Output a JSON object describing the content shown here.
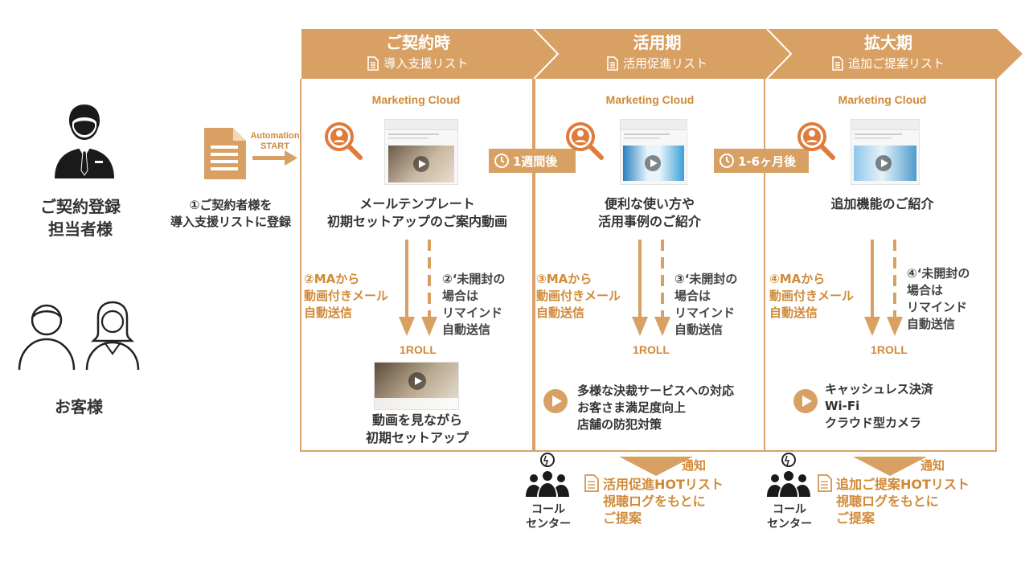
{
  "colors": {
    "accent": "#D08A38",
    "header": "#D8A063",
    "text": "#333333",
    "badge": "#D8A063"
  },
  "left": {
    "registrant": [
      "ご契約登録",
      "担当者様"
    ],
    "customer": "お客様",
    "automation": [
      "Automation",
      "START"
    ],
    "step1": [
      "①ご契約者様を",
      "導入支援リストに登録"
    ]
  },
  "phases": [
    {
      "title": "ご契約時",
      "list": "導入支援リスト"
    },
    {
      "title": "活用期",
      "list": "活用促進リスト"
    },
    {
      "title": "拡大期",
      "list": "追加ご提案リスト"
    }
  ],
  "mc_label": "Marketing Cloud",
  "timers": [
    "1週間後",
    "1-6ヶ月後"
  ],
  "col1": {
    "main": [
      "メールテンプレート",
      "初期セットアップのご案内動画"
    ],
    "ma": [
      "②MAから",
      "動画付きメール",
      "自動送信"
    ],
    "remind": [
      "②‘未開封の",
      "場合は",
      "リマインド",
      "自動送信"
    ],
    "roll": "1ROLL",
    "video": [
      "動画を見ながら",
      "初期セットアップ"
    ]
  },
  "col2": {
    "main": [
      "便利な使い方や",
      "活用事例のご紹介"
    ],
    "ma": [
      "③MAから",
      "動画付きメール",
      "自動送信"
    ],
    "remind": [
      "③‘未開封の",
      "場合は",
      "リマインド",
      "自動送信"
    ],
    "roll": "1ROLL",
    "items": [
      "多様な決裁サービスへの対応",
      "お客さま満足度向上",
      "店舗の防犯対策"
    ]
  },
  "col3": {
    "main": [
      "追加機能のご紹介"
    ],
    "ma": [
      "④MAから",
      "動画付きメール",
      "自動送信"
    ],
    "remind": [
      "④‘未開封の",
      "場合は",
      "リマインド",
      "自動送信"
    ],
    "roll": "1ROLL",
    "items": [
      "キャッシュレス決済",
      "Wi-Fi",
      "クラウド型カメラ"
    ]
  },
  "callcenter": [
    "コール",
    "センター"
  ],
  "notify": "通知",
  "hot2": [
    "活用促進HOTリスト",
    "視聴ログをもとに",
    "ご提案"
  ],
  "hot3": [
    "追加ご提案HOTリスト",
    "視聴ログをもとに",
    "ご提案"
  ]
}
